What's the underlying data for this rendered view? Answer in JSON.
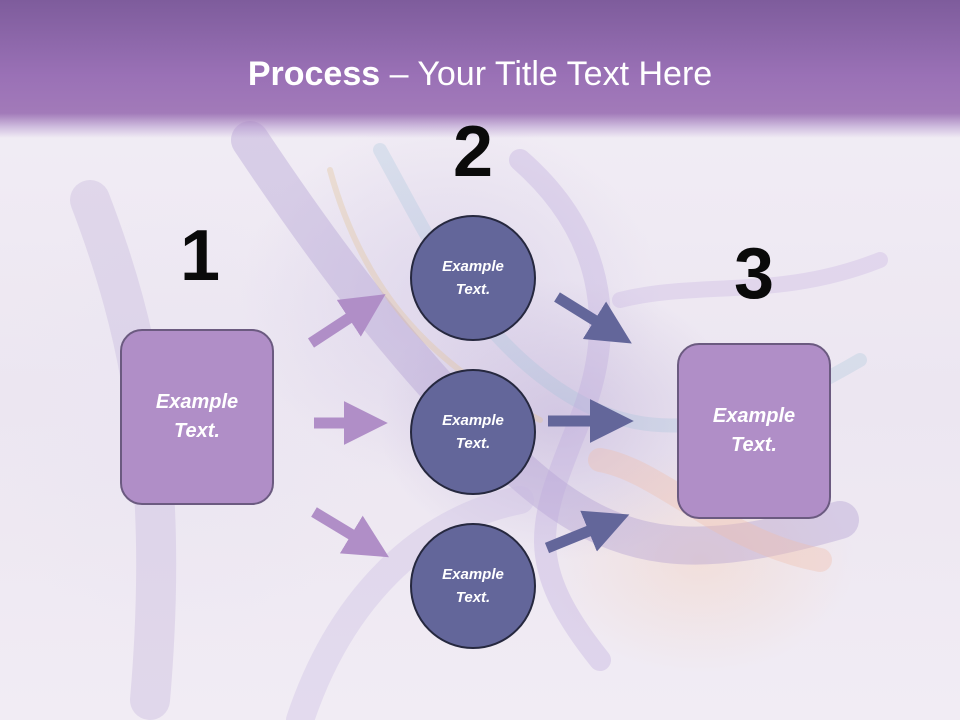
{
  "title": {
    "bold": "Process",
    "rest": " – Your Title Text Here"
  },
  "steps": {
    "one": "1",
    "two": "2",
    "three": "3"
  },
  "left_box": {
    "text": "Example\nText."
  },
  "right_box": {
    "text": "Example\nText."
  },
  "circles": [
    {
      "text": "Example\nText."
    },
    {
      "text": "Example\nText."
    },
    {
      "text": "Example\nText."
    }
  ],
  "colors": {
    "header": "#9a71b6",
    "box_fill": "#b08ec7",
    "circle_fill": "#63669a",
    "arrow_left": "#b08ec7",
    "arrow_right": "#63669a"
  }
}
